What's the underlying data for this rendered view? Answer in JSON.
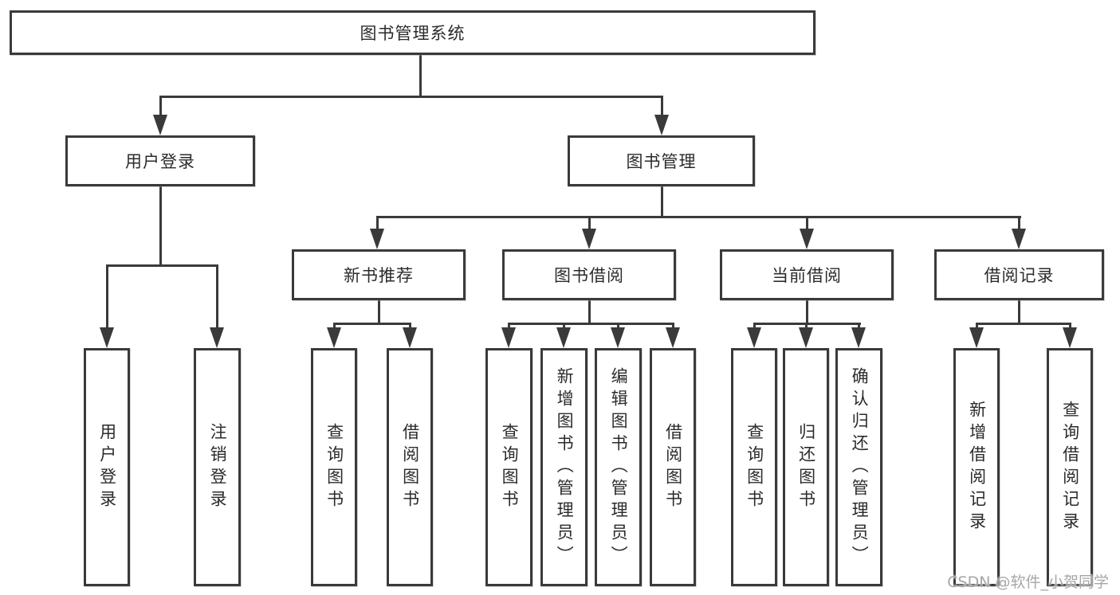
{
  "watermark": {
    "text": "CSDN @软件_小贺同学",
    "color": "#9e9e9e"
  },
  "colors": {
    "line": "#3a3a3a",
    "box_border": "#3a3a3a",
    "text": "#2b2b2b",
    "background": "#ffffff"
  },
  "tree": {
    "label": "图书管理系统",
    "children": [
      {
        "label": "用户登录",
        "children": [
          {
            "label": "用户登录"
          },
          {
            "label": "注销登录"
          }
        ]
      },
      {
        "label": "图书管理",
        "children": [
          {
            "label": "新书推荐",
            "children": [
              {
                "label": "查询图书"
              },
              {
                "label": "借阅图书"
              }
            ]
          },
          {
            "label": "图书借阅",
            "children": [
              {
                "label": "查询图书"
              },
              {
                "label": "新增图书（管理员）"
              },
              {
                "label": "编辑图书（管理员）"
              },
              {
                "label": "借阅图书"
              }
            ]
          },
          {
            "label": "当前借阅",
            "children": [
              {
                "label": "查询图书"
              },
              {
                "label": "归还图书"
              },
              {
                "label": "确认归还（管理员）"
              }
            ]
          },
          {
            "label": "借阅记录",
            "children": [
              {
                "label": "新增借阅记录"
              },
              {
                "label": "查询借阅记录"
              }
            ]
          }
        ]
      }
    ]
  }
}
